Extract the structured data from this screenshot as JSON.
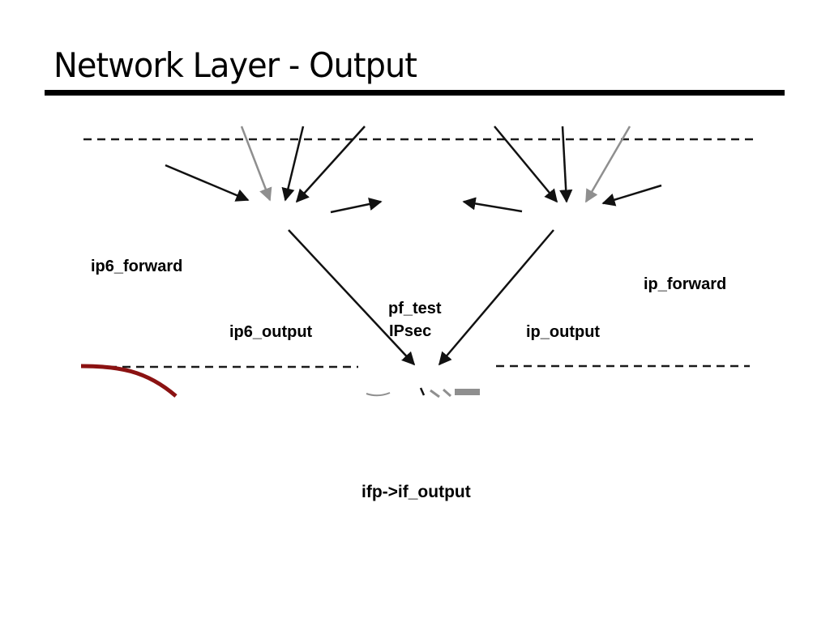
{
  "slide": {
    "title": "Network Layer - Output",
    "background": "#ffffff",
    "title_color": "#000000",
    "rule_color": "#000000"
  },
  "diagram": {
    "labels": {
      "ip6_forward": "ip6_forward",
      "ip6_output": "ip6_output",
      "pf_test": "pf_test",
      "ipsec": "IPsec",
      "ip_output": "ip_output",
      "ip_forward": "ip_forward",
      "ifp_if_output": "ifp->if_output"
    },
    "colors": {
      "arrow_black": "#111111",
      "arrow_gray": "#8f8f8f",
      "dashed_line": "#1a1a1a",
      "red_curve": "#8b1212",
      "label_text": "#000000"
    }
  }
}
